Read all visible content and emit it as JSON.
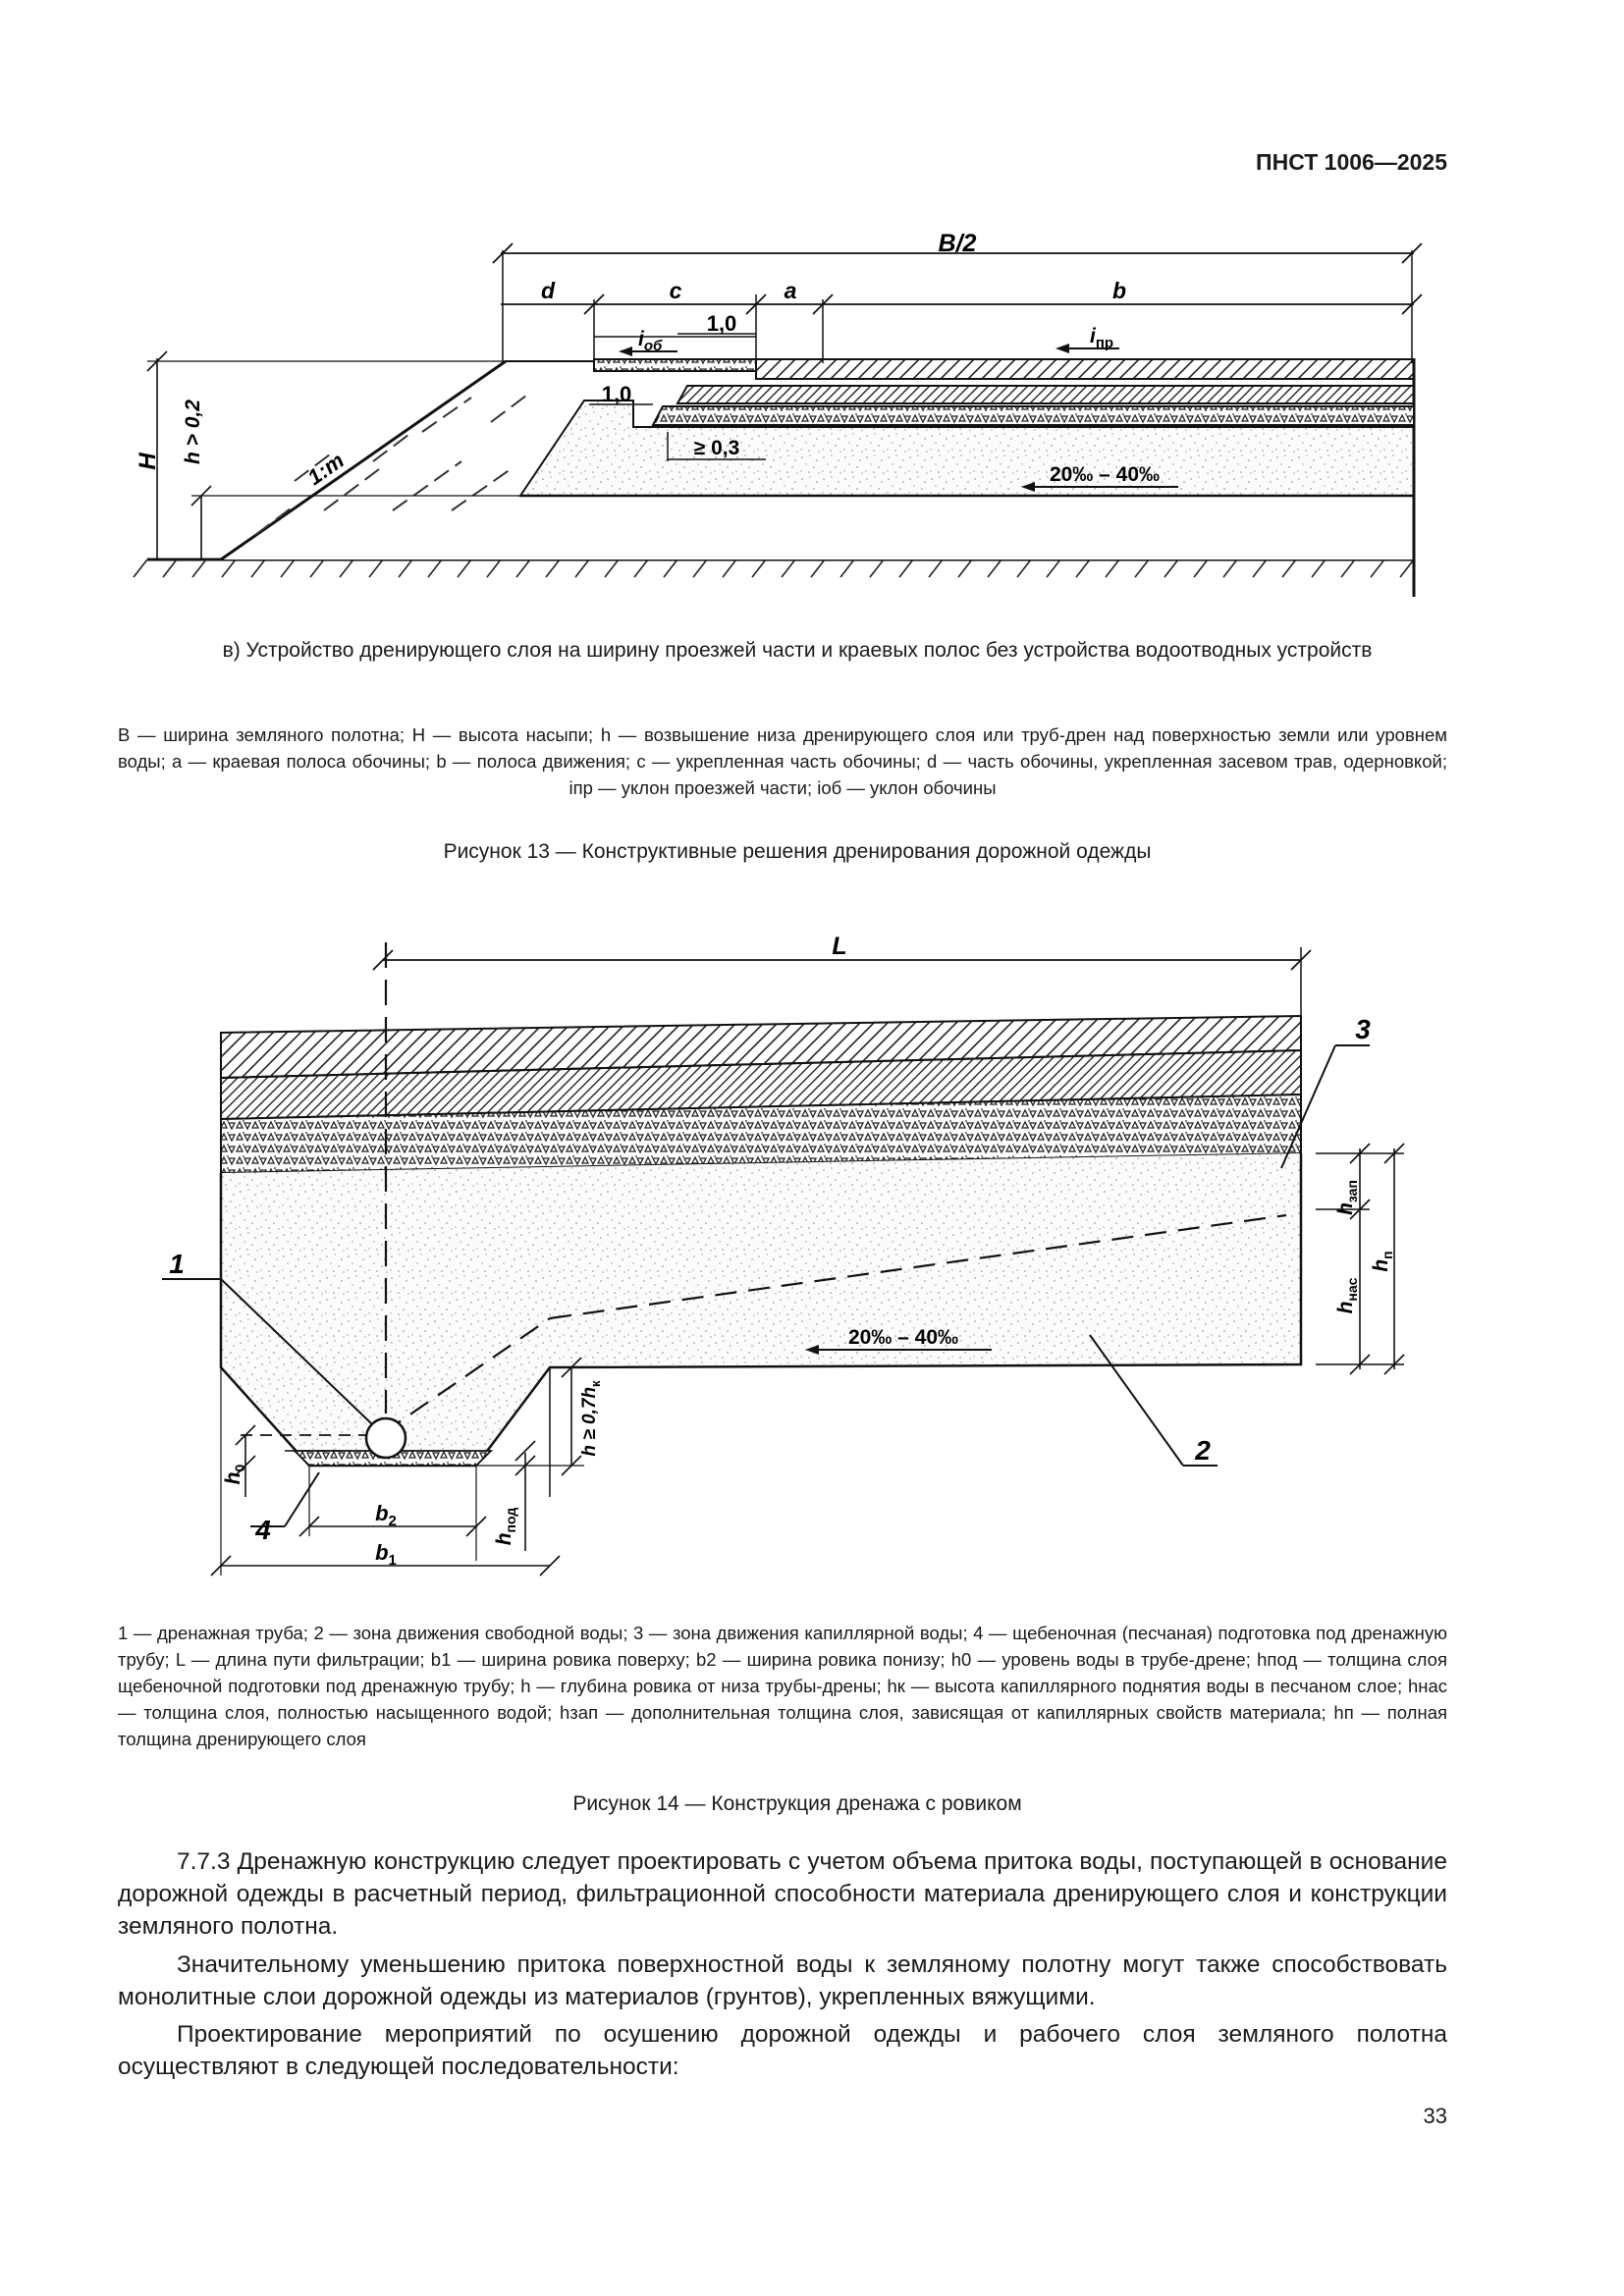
{
  "header": {
    "doc_id": "ПНСТ 1006—2025"
  },
  "figure13": {
    "labels": {
      "B2": "B/2",
      "d": "d",
      "c": "c",
      "a": "a",
      "b": "b",
      "w1": "1,0",
      "w2": "1,0",
      "iob": "i",
      "iob_sub": "об",
      "ipr": "i",
      "ipr_sub": "пр",
      "ge03": "≥ 0,3",
      "H": "H",
      "h02": "h > 0,2",
      "slope": "1:m",
      "gradient": "20‰ – 40‰"
    },
    "subcaption": "в) Устройство дренирующего слоя на ширину проезжей части и краевых полос без устройства водоотводных устройств",
    "legend": "B — ширина земляного полотна; H — высота насыпи; h — возвышение низа дренирующего слоя или труб-дрен над поверхностью земли или уровнем воды; a — краевая полоса обочины; b — полоса движения; c — укрепленная часть обочины; d — часть обочины, укрепленная засевом трав, одерновкой; iпр — уклон проезжей части; iоб — уклон обочины",
    "caption": "Рисунок 13 — Конструктивные решения дренирования дорожной одежды"
  },
  "figure14": {
    "labels": {
      "L": "L",
      "n1": "1",
      "n2": "2",
      "n3": "3",
      "n4": "4",
      "gradient": "20‰ – 40‰",
      "hzap": "h",
      "hzap_sub": "зап",
      "hnas": "h",
      "hnas_sub": "нас",
      "hp": "h",
      "hp_sub": "п",
      "hk": "h ≥ 0,7h",
      "hk_sub": "к",
      "h0": "h",
      "h0_sub": "0",
      "hpod": "h",
      "hpod_sub": "под",
      "b1": "b",
      "b1_sub": "1",
      "b2": "b",
      "b2_sub": "2"
    },
    "legend": "1 — дренажная труба; 2 — зона движения свободной воды; 3 — зона движения капиллярной воды; 4 — щебеночная (песчаная) подготовка под дренажную трубу; L — длина пути фильтрации; b1 — ширина ровика поверху; b2 — ширина ровика понизу; h0 — уровень воды в трубе-дрене; hпод — толщина слоя щебеночной подготовки под дренажную трубу; h — глубина ровика от низа трубы-дрены; hк — высота капиллярного поднятия воды в песчаном слое; hнас — толщина слоя, полностью насыщенного водой; hзап — дополнительная толщина слоя, зависящая от капиллярных свойств материала; hп — полная толщина дренирующего слоя",
    "caption": "Рисунок 14 — Конструкция дренажа с ровиком"
  },
  "body": {
    "p1": "7.7.3 Дренажную конструкцию следует проектировать с учетом объема притока воды, поступающей в основание дорожной одежды в расчетный период, фильтрационной способности материала дренирующего слоя и конструкции земляного полотна.",
    "p2": "Значительному уменьшению притока поверхностной воды к земляному полотну могут также способствовать монолитные слои дорожной одежды из материалов (грунтов), укрепленных вяжущими.",
    "p3": "Проектирование мероприятий по осушению дорожной одежды и рабочего слоя земляного полотна осуществляют в следующей последовательности:"
  },
  "footer": {
    "page_number": "33"
  }
}
